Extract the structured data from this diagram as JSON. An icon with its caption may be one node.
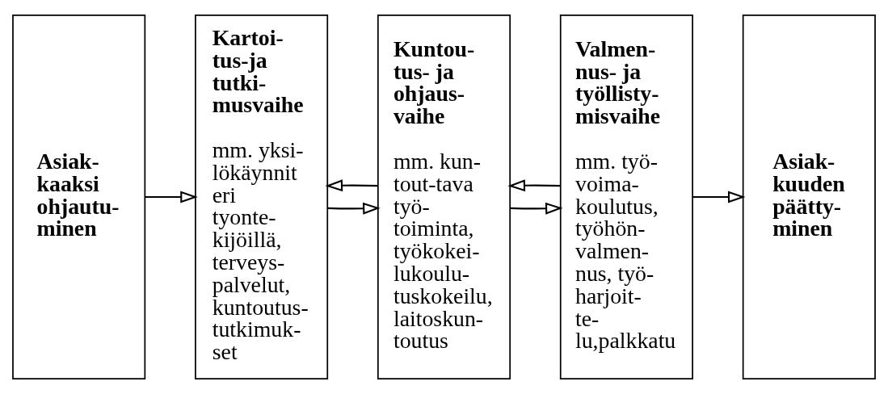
{
  "diagram": {
    "nodes": [
      {
        "text": [
          "Asiak- kaaksi ohjautu- minen"
        ]
      },
      {
        "text": [
          "Kartoi- tus-ja tutki- musvaihe",
          "mm. yksi- lökäynnit eri tyonte- kijöillä, terveys- palvelut, kuntoutus- tutkimuk- set"
        ]
      },
      {
        "text": [
          "Kuntou- tus- ja ohjaus- vaihe",
          "mm. kun- tout-tava työ- toiminta, työkokei- lukoulu- tuskokeilu, laitoskun- toutus"
        ]
      },
      {
        "text": [
          "Valmen- nus- ja työllisty- misvaihe",
          "mm. työ- voima- koulutus, työhön- valmen- nus, työ- harjoit- te- lu,palkkatu"
        ]
      },
      {
        "text": [
          "Asiak- kuuden päätty- minen"
        ]
      }
    ],
    "edges": [
      {
        "from": 0,
        "to": 1,
        "arrow": "to"
      },
      {
        "from": 1,
        "to": 2,
        "arrow": "to"
      },
      {
        "from": 2,
        "to": 1,
        "arrow": "to"
      },
      {
        "from": 2,
        "to": 3,
        "arrow": "to"
      },
      {
        "from": 3,
        "to": 2,
        "arrow": "to"
      },
      {
        "from": 3,
        "to": 4,
        "arrow": "to"
      }
    ]
  }
}
